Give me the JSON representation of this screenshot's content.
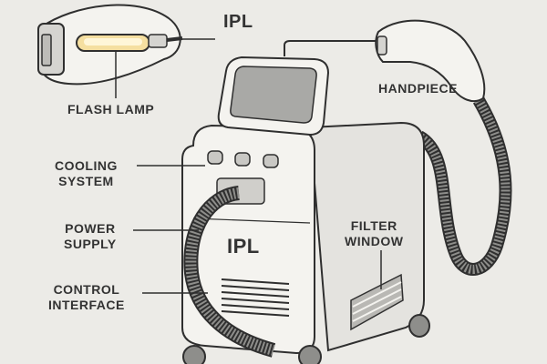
{
  "diagram": {
    "subject": "IPL machine",
    "labels": {
      "ipl_handpiece_title": "IPL",
      "flash_lamp": "FLASH LAMP",
      "handpiece": "HANDPIECE",
      "cooling_system": [
        "COOLING",
        "SYSTEM"
      ],
      "power_supply": [
        "POWER",
        "SUPPLY"
      ],
      "control_interface": [
        "CONTROL",
        "INTERFACE"
      ],
      "filter_window": [
        "FILTER",
        "WINDOW"
      ],
      "body_logo": "IPL"
    },
    "colors": {
      "background": "#ecebe7",
      "outline": "#2f2f2f",
      "body": "#f4f3ef",
      "screen": "#a9a9a6",
      "hose": "#8e8e8b",
      "lamp_glow": "#f5dfa0"
    }
  }
}
